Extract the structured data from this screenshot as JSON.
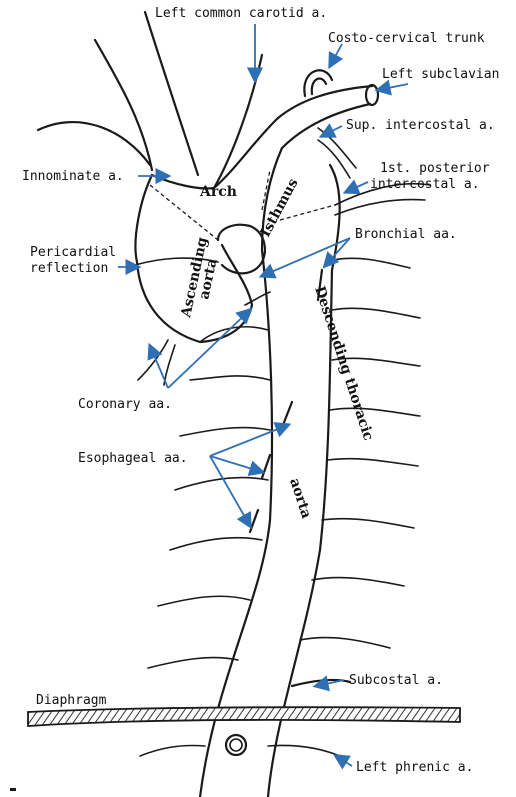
{
  "labels": {
    "left_common_carotid": "Left common carotid a.",
    "costo_cervical": "Costo-cervical trunk",
    "left_subclavian": "Left subclavian",
    "sup_intercostal": "Sup. intercostal a.",
    "first_posterior_1": "1st. posterior",
    "first_posterior_2": "intercostal a.",
    "innominate": "Innominate a.",
    "arch": "Arch",
    "isthmus": "Isthmus",
    "bronchial": "Bronchial aa.",
    "pericardial_1": "Pericardial",
    "pericardial_2": "reflection",
    "ascending_1": "Ascending",
    "ascending_2": "aorta",
    "descending_1": "Descending thoracic",
    "descending_2": "aorta",
    "coronary": "Coronary aa.",
    "esophageal": "Esophageal aa.",
    "subcostal": "Subcostal a.",
    "diaphragm": "Diaphragm",
    "left_phrenic": "Left phrenic a."
  },
  "colors": {
    "ink": "#1a1a1a",
    "arrow": "#2f6fb3",
    "background": "#ffffff"
  }
}
